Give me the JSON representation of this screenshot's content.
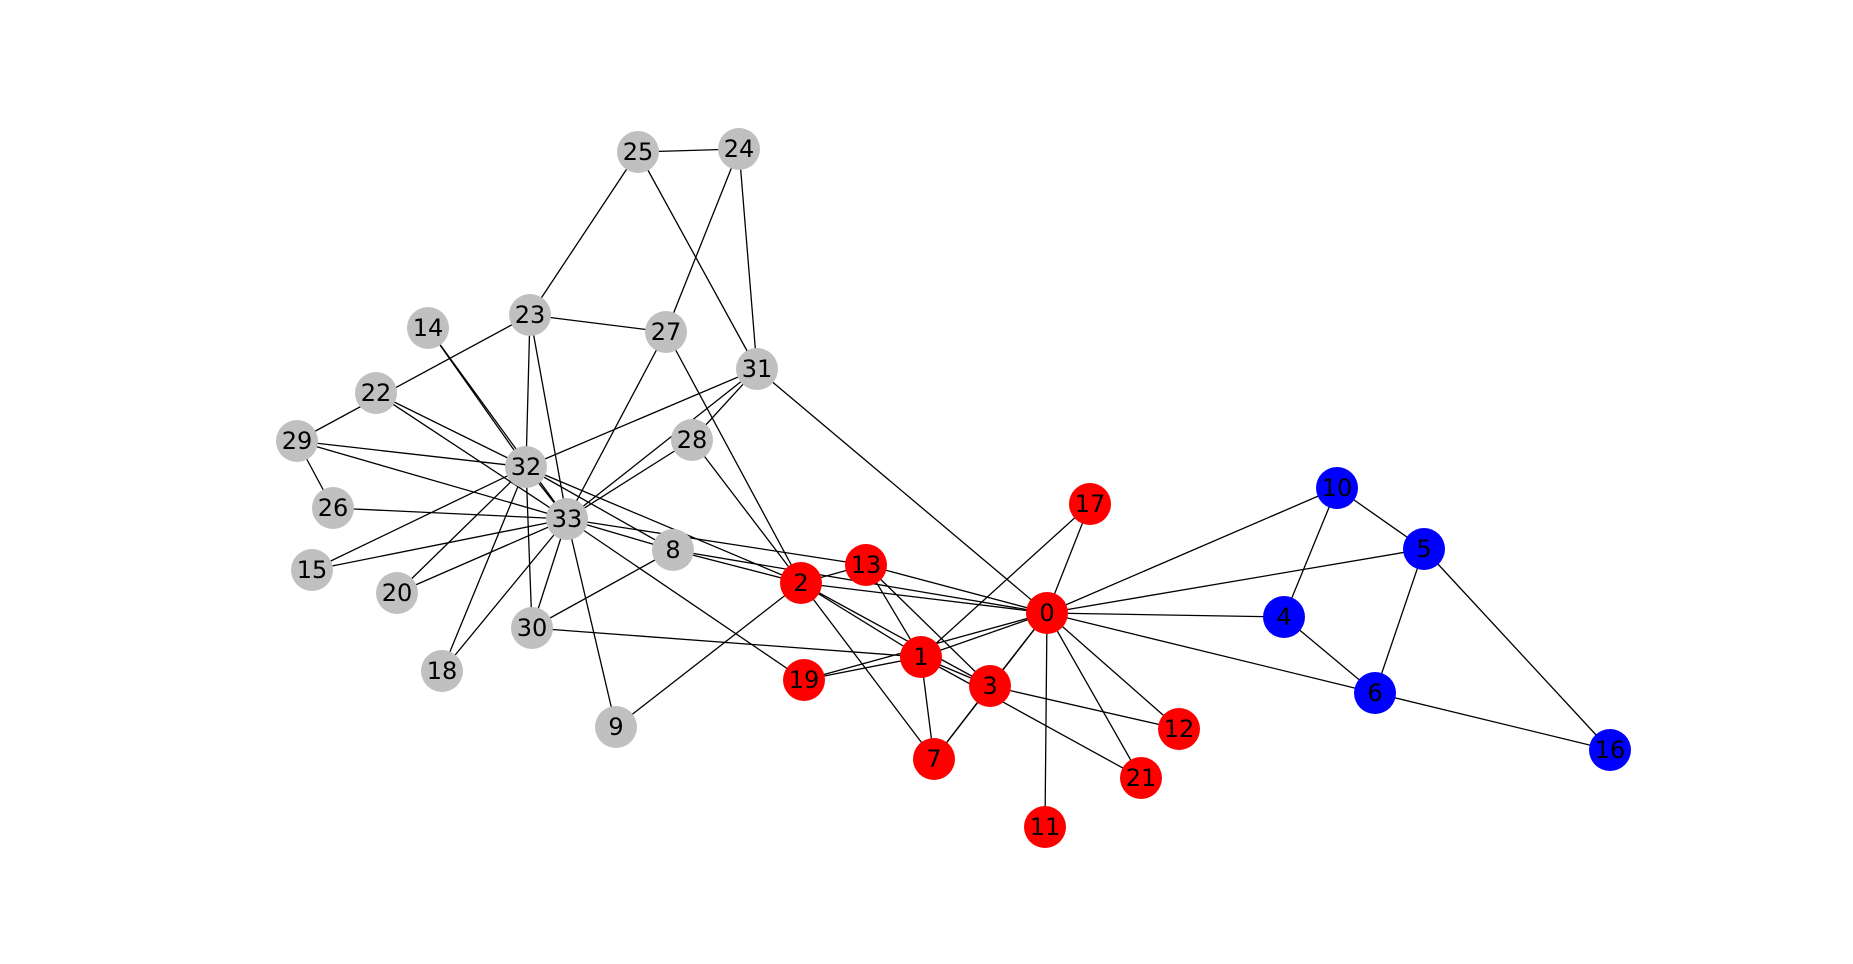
{
  "groups": {
    "red": {
      "color": "#ff0000",
      "nodes": [
        0,
        1,
        2,
        3,
        7,
        11,
        12,
        13,
        17,
        19,
        21
      ]
    },
    "blue": {
      "color": "#0000ff",
      "nodes": [
        4,
        5,
        6,
        10,
        16
      ]
    },
    "gray": {
      "color": "#c0c0c0",
      "nodes": [
        8,
        9,
        14,
        15,
        18,
        20,
        22,
        23,
        24,
        25,
        26,
        27,
        28,
        29,
        30,
        31,
        32,
        33
      ]
    }
  },
  "nodes": [
    {
      "id": 0,
      "label": "0"
    },
    {
      "id": 1,
      "label": "1"
    },
    {
      "id": 2,
      "label": "2"
    },
    {
      "id": 3,
      "label": "3"
    },
    {
      "id": 4,
      "label": "4"
    },
    {
      "id": 5,
      "label": "5"
    },
    {
      "id": 6,
      "label": "6"
    },
    {
      "id": 7,
      "label": "7"
    },
    {
      "id": 8,
      "label": "8"
    },
    {
      "id": 9,
      "label": "9"
    },
    {
      "id": 10,
      "label": "10"
    },
    {
      "id": 11,
      "label": "11"
    },
    {
      "id": 12,
      "label": "12"
    },
    {
      "id": 13,
      "label": "13"
    },
    {
      "id": 14,
      "label": "14"
    },
    {
      "id": 15,
      "label": "15"
    },
    {
      "id": 16,
      "label": "16"
    },
    {
      "id": 17,
      "label": "17"
    },
    {
      "id": 18,
      "label": "18"
    },
    {
      "id": 19,
      "label": "19"
    },
    {
      "id": 20,
      "label": "20"
    },
    {
      "id": 21,
      "label": "21"
    },
    {
      "id": 22,
      "label": "22"
    },
    {
      "id": 23,
      "label": "23"
    },
    {
      "id": 24,
      "label": "24"
    },
    {
      "id": 25,
      "label": "25"
    },
    {
      "id": 26,
      "label": "26"
    },
    {
      "id": 27,
      "label": "27"
    },
    {
      "id": 28,
      "label": "28"
    },
    {
      "id": 29,
      "label": "29"
    },
    {
      "id": 30,
      "label": "30"
    },
    {
      "id": 31,
      "label": "31"
    },
    {
      "id": 32,
      "label": "32"
    },
    {
      "id": 33,
      "label": "33"
    }
  ],
  "edges": [
    [
      0,
      1
    ],
    [
      0,
      2
    ],
    [
      0,
      3
    ],
    [
      0,
      4
    ],
    [
      0,
      5
    ],
    [
      0,
      6
    ],
    [
      0,
      7
    ],
    [
      0,
      8
    ],
    [
      0,
      10
    ],
    [
      0,
      11
    ],
    [
      0,
      12
    ],
    [
      0,
      13
    ],
    [
      0,
      17
    ],
    [
      0,
      19
    ],
    [
      0,
      21
    ],
    [
      0,
      31
    ],
    [
      1,
      2
    ],
    [
      1,
      3
    ],
    [
      1,
      7
    ],
    [
      1,
      13
    ],
    [
      1,
      17
    ],
    [
      1,
      19
    ],
    [
      1,
      21
    ],
    [
      1,
      30
    ],
    [
      2,
      3
    ],
    [
      2,
      7
    ],
    [
      2,
      8
    ],
    [
      2,
      9
    ],
    [
      2,
      13
    ],
    [
      2,
      27
    ],
    [
      2,
      28
    ],
    [
      2,
      32
    ],
    [
      3,
      7
    ],
    [
      3,
      12
    ],
    [
      3,
      13
    ],
    [
      4,
      6
    ],
    [
      4,
      10
    ],
    [
      5,
      6
    ],
    [
      5,
      10
    ],
    [
      5,
      16
    ],
    [
      6,
      16
    ],
    [
      8,
      30
    ],
    [
      8,
      32
    ],
    [
      8,
      33
    ],
    [
      9,
      33
    ],
    [
      13,
      33
    ],
    [
      14,
      32
    ],
    [
      14,
      33
    ],
    [
      15,
      32
    ],
    [
      15,
      33
    ],
    [
      18,
      32
    ],
    [
      18,
      33
    ],
    [
      19,
      33
    ],
    [
      20,
      32
    ],
    [
      20,
      33
    ],
    [
      22,
      32
    ],
    [
      22,
      33
    ],
    [
      23,
      25
    ],
    [
      23,
      27
    ],
    [
      23,
      29
    ],
    [
      23,
      32
    ],
    [
      23,
      33
    ],
    [
      24,
      25
    ],
    [
      24,
      27
    ],
    [
      24,
      31
    ],
    [
      25,
      31
    ],
    [
      26,
      29
    ],
    [
      26,
      33
    ],
    [
      27,
      33
    ],
    [
      28,
      31
    ],
    [
      28,
      33
    ],
    [
      29,
      32
    ],
    [
      29,
      33
    ],
    [
      30,
      32
    ],
    [
      30,
      33
    ],
    [
      31,
      32
    ],
    [
      31,
      33
    ],
    [
      32,
      33
    ]
  ]
}
